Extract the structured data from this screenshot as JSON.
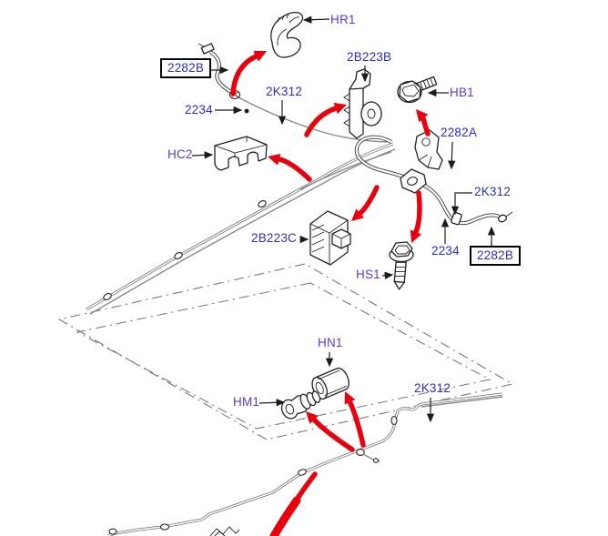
{
  "figure": {
    "type": "parts-diagram",
    "labels": [
      {
        "text": "HR1",
        "style": "ref",
        "boxed": false
      },
      {
        "text": "2282B",
        "style": "part",
        "boxed": true
      },
      {
        "text": "2B223B",
        "style": "part",
        "boxed": false
      },
      {
        "text": "HB1",
        "style": "ref",
        "boxed": false
      },
      {
        "text": "2K312",
        "style": "part",
        "boxed": false
      },
      {
        "text": "2234",
        "style": "part",
        "boxed": false
      },
      {
        "text": "HC2",
        "style": "ref",
        "boxed": false
      },
      {
        "text": "2282A",
        "style": "part",
        "boxed": false
      },
      {
        "text": "2K312",
        "style": "part",
        "boxed": false
      },
      {
        "text": "2B223C",
        "style": "part",
        "boxed": false
      },
      {
        "text": "2234",
        "style": "part",
        "boxed": false
      },
      {
        "text": "2282B",
        "style": "part",
        "boxed": true
      },
      {
        "text": "HS1",
        "style": "ref",
        "boxed": false
      },
      {
        "text": "HN1",
        "style": "ref",
        "boxed": false
      },
      {
        "text": "HM1",
        "style": "ref",
        "boxed": false
      },
      {
        "text": "2K312",
        "style": "part",
        "boxed": false
      }
    ],
    "colors": {
      "part_number": "#2d2dcb",
      "ref_code": "#5c3bcd",
      "arrow_red": "#e8000d",
      "background": "#ffffff"
    }
  }
}
